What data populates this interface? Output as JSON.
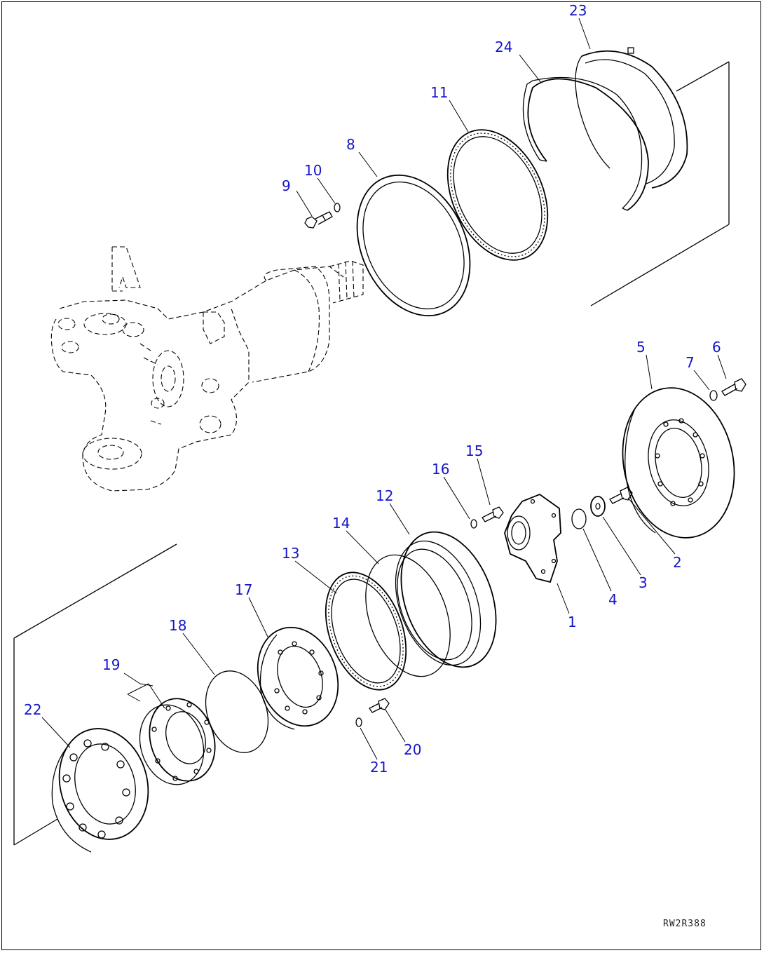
{
  "diagram": {
    "drawing_ref": "RW2R388",
    "callouts": [
      {
        "id": "c1",
        "label": "1"
      },
      {
        "id": "c2",
        "label": "2"
      },
      {
        "id": "c3",
        "label": "3"
      },
      {
        "id": "c4",
        "label": "4"
      },
      {
        "id": "c5",
        "label": "5"
      },
      {
        "id": "c6",
        "label": "6"
      },
      {
        "id": "c7",
        "label": "7"
      },
      {
        "id": "c8",
        "label": "8"
      },
      {
        "id": "c9",
        "label": "9"
      },
      {
        "id": "c10",
        "label": "10"
      },
      {
        "id": "c11",
        "label": "11"
      },
      {
        "id": "c12",
        "label": "12"
      },
      {
        "id": "c13",
        "label": "13"
      },
      {
        "id": "c14",
        "label": "14"
      },
      {
        "id": "c15",
        "label": "15"
      },
      {
        "id": "c16",
        "label": "16"
      },
      {
        "id": "c17",
        "label": "17"
      },
      {
        "id": "c18",
        "label": "18"
      },
      {
        "id": "c19",
        "label": "19"
      },
      {
        "id": "c20",
        "label": "20"
      },
      {
        "id": "c21",
        "label": "21"
      },
      {
        "id": "c22",
        "label": "22"
      },
      {
        "id": "c23",
        "label": "23"
      },
      {
        "id": "c24",
        "label": "24"
      }
    ],
    "colors": {
      "callout": "#1515c8",
      "line": "#000000",
      "background": "#ffffff"
    }
  }
}
